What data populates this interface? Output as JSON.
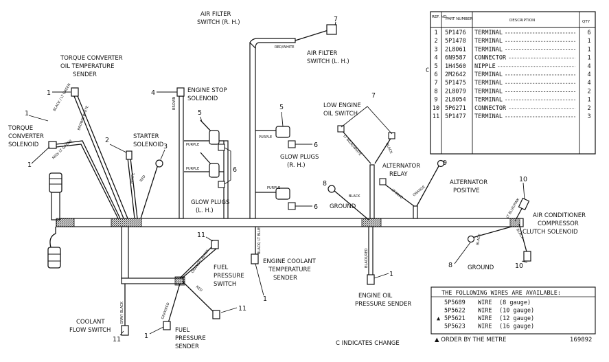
{
  "labels": {
    "air_filter_rh": [
      "AIR FILTER",
      "SWITCH (R. H.)"
    ],
    "air_filter_lh": [
      "AIR FILTER",
      "SWITCH (L. H.)"
    ],
    "torque_sender": [
      "TORQUE CONVERTER",
      "OIL TEMPERATURE",
      "SENDER"
    ],
    "torque_solenoid": [
      "TORQUE",
      "CONVERTER",
      "SOLENOID"
    ],
    "engine_stop": [
      "ENGINE STOP",
      "SOLENOID"
    ],
    "starter": [
      "STARTER",
      "SOLENOID"
    ],
    "glow_lh": [
      "GLOW PLUGS",
      "(L. H.)"
    ],
    "glow_rh": [
      "GLOW PLUGS",
      "(R. H.)"
    ],
    "low_engine": [
      "LOW ENGINE",
      "OIL SWITCH"
    ],
    "alt_relay": [
      "ALTERNATOR",
      "RELAY"
    ],
    "alt_positive": [
      "ALTERNATOR",
      "POSITIVE"
    ],
    "ground1": "GROUND",
    "ground2": "GROUND",
    "air_cond": [
      "AIR CONDITIONER",
      "COMPRESSOR",
      "CLUTCH SOLENOID"
    ],
    "coolant_temp": [
      "ENGINE COOLANT",
      "TEMPERATURE",
      "SENDER"
    ],
    "fuel_switch": [
      "FUEL",
      "PRESSURE",
      "SWITCH"
    ],
    "fuel_sender": [
      "FUEL",
      "PRESSURE",
      "SENDER"
    ],
    "oil_pressure": [
      "ENGINE OIL",
      "PRESSURE SENDER"
    ],
    "coolant_flow": [
      "COOLANT",
      "FLOW SWITCH"
    ],
    "change_note": "C  INDICATES CHANGE",
    "order_note": "▲ ORDER BY THE METRE",
    "fig_number": "169892"
  },
  "wire_colors": {
    "red_white": "RED/WHITE",
    "black_green": "BLACK / LT GREEN",
    "brown_white": "BROWN/WHITE",
    "red_green": "RED/ LT GREEN",
    "brown": "BROWN",
    "white": "WHITE",
    "red": "RED",
    "purple": "PURPLE",
    "lt_blue_white": "LT BLUE/WHITE",
    "black": "BLACK",
    "orange": "ORANGE",
    "lt_blue": "LT BLUE",
    "lt_blue_pink": "LT BLUE/PINK",
    "black_ltblue": "BLACK/ LT BLUE",
    "black_red": "BLACK/RED",
    "orange_black": "ORANGE/ BLACK",
    "gray_black": "GRAY/ BLACK",
    "gray_red": "GRAY/RED"
  },
  "callouts": {
    "n1": "1",
    "n2": "2",
    "n3": "3",
    "n4": "4",
    "n5": "5",
    "n6": "6",
    "n7": "7",
    "n8": "8",
    "n9": "9",
    "n10": "10",
    "n11": "11"
  },
  "parts_table": {
    "headers": {
      "ref": "REF. NO.",
      "part": "PART NUMBER",
      "desc": "DESCRIPTION",
      "qty": "QTY"
    },
    "change_mark": "C",
    "rows": [
      {
        "ref": "1",
        "part": "5P1476",
        "desc": "TERMINAL",
        "qty": "6"
      },
      {
        "ref": "2",
        "part": "5P1478",
        "desc": "TERMINAL",
        "qty": "1"
      },
      {
        "ref": "3",
        "part": "2L8061",
        "desc": "TERMINAL",
        "qty": "1"
      },
      {
        "ref": "4",
        "part": "6N9587",
        "desc": "CONNECTOR",
        "qty": "1"
      },
      {
        "ref": "5",
        "part": "1H4560",
        "desc": "NIPPLE",
        "qty": "4"
      },
      {
        "ref": "6",
        "part": "2M2642",
        "desc": "TERMINAL",
        "qty": "4"
      },
      {
        "ref": "7",
        "part": "5P1475",
        "desc": "TERMINAL",
        "qty": "4"
      },
      {
        "ref": "8",
        "part": "2L8079",
        "desc": "TERMINAL",
        "qty": "2"
      },
      {
        "ref": "9",
        "part": "2L8054",
        "desc": "TERMINAL",
        "qty": "1"
      },
      {
        "ref": "10",
        "part": "5P6271",
        "desc": "CONNECTOR",
        "qty": "2"
      },
      {
        "ref": "11",
        "part": "5P1477",
        "desc": "TERMINAL",
        "qty": "3"
      }
    ]
  },
  "wires_table": {
    "title": "THE FOLLOWING WIRES ARE AVAILABLE:",
    "mark": "▲",
    "rows": [
      {
        "part": "5P5689",
        "desc": "WIRE",
        "gauge": "(8 gauge)"
      },
      {
        "part": "5P5622",
        "desc": "WIRE",
        "gauge": "(10 gauge)"
      },
      {
        "part": "5P5621",
        "desc": "WIRE",
        "gauge": "(12 gauge)"
      },
      {
        "part": "5P5623",
        "desc": "WIRE",
        "gauge": "(16 gauge)"
      }
    ]
  }
}
